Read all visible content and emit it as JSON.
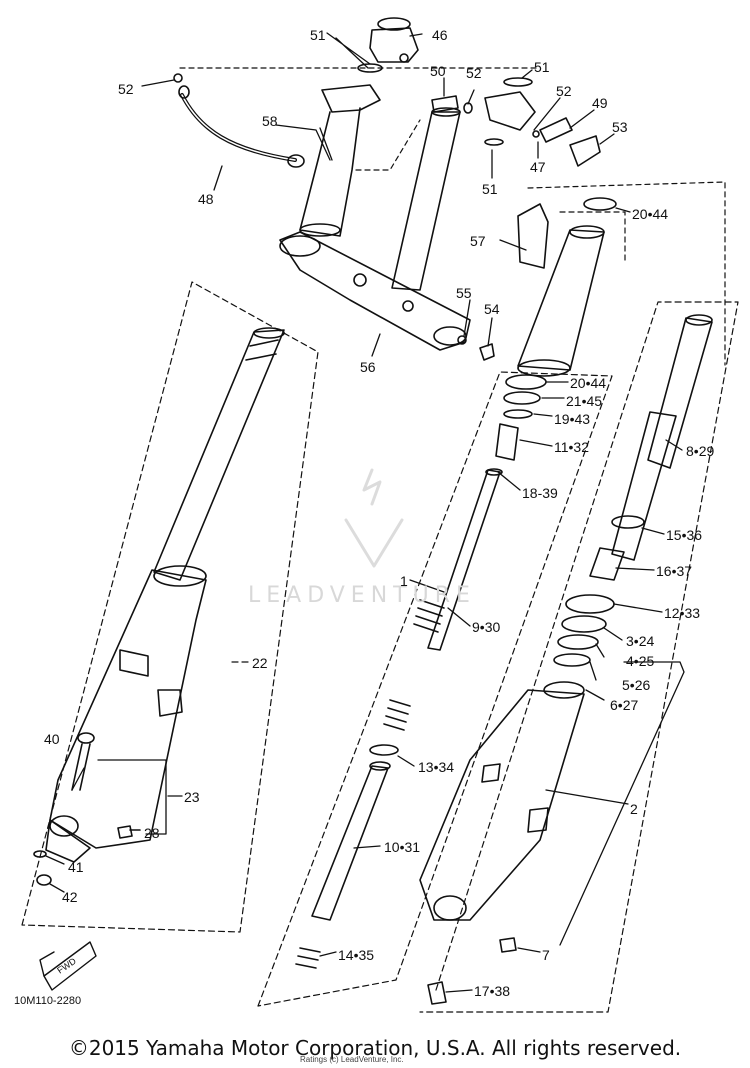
{
  "diagram": {
    "drawing_id": "10M110-2280",
    "fwd_label": "FWD",
    "watermark": "LEADVENTURE",
    "copyright": "©2015 Yamaha Motor Corporation, U.S.A. All rights reserved.",
    "subnote": "Ratings (c) LeadVenture, Inc.",
    "callouts": {
      "c51a": "51",
      "c46": "46",
      "c52a": "52",
      "c50": "50",
      "c52b": "52",
      "c51b": "51",
      "c52c": "52",
      "c49": "49",
      "c53": "53",
      "c58": "58",
      "c48": "48",
      "c51c": "51",
      "c47": "47",
      "c20_44a": "20•44",
      "c57": "57",
      "c55": "55",
      "c54": "54",
      "c56": "56",
      "c20_44b": "20•44",
      "c21_45": "21•45",
      "c19_43": "19•43",
      "c11_32": "11•32",
      "c8_29": "8•29",
      "c18_39": "18-39",
      "c15_36": "15•36",
      "c16_37": "16•37",
      "c1": "1",
      "c9_30": "9•30",
      "c12_33": "12•33",
      "c3_24": "3•24",
      "c4_25": "4•25",
      "c5_26": "5•26",
      "c6_27": "6•27",
      "c22": "22",
      "c40": "40",
      "c23": "23",
      "c13_34": "13•34",
      "c2": "2",
      "c28": "28",
      "c10_31": "10•31",
      "c41": "41",
      "c42": "42",
      "c7": "7",
      "c14_35": "14•35",
      "c17_38": "17•38"
    }
  }
}
